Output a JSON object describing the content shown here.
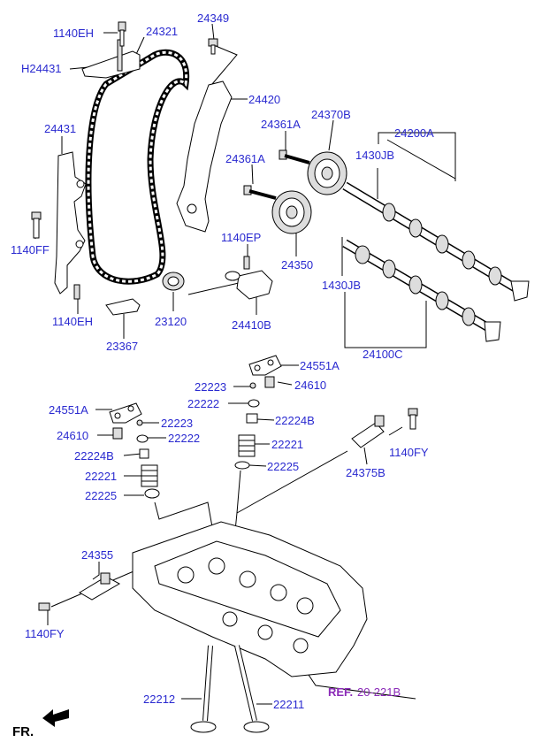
{
  "labels": {
    "p1140EH_top": "1140EH",
    "p24321": "24321",
    "p24349": "24349",
    "pH24431": "H24431",
    "p24420": "24420",
    "p24431": "24431",
    "p24361A_1": "24361A",
    "p24370B": "24370B",
    "p24200A": "24200A",
    "p24361A_2": "24361A",
    "p1430JB_1": "1430JB",
    "p1140FF": "1140FF",
    "p1140EP": "1140EP",
    "p24350": "24350",
    "p1430JB_2": "1430JB",
    "p1140EH_bot": "1140EH",
    "p23120": "23120",
    "p24410B": "24410B",
    "p23367": "23367",
    "p24100C": "24100C",
    "p24551A_1": "24551A",
    "p22223_1": "22223",
    "p24610_1": "24610",
    "p22222_1": "22222",
    "p24551A_2": "24551A",
    "p22224B_1": "22224B",
    "p22223_2": "22223",
    "p24610_2": "24610",
    "p22222_2": "22222",
    "p22221_1": "22221",
    "p1140FY_1": "1140FY",
    "p22224B_2": "22224B",
    "p22225_1": "22225",
    "p24375B": "24375B",
    "p22221_2": "22221",
    "p22225_2": "22225",
    "p24355": "24355",
    "p1140FY_2": "1140FY",
    "p22212": "22212",
    "p22211": "22211",
    "ref_prefix": "REF.",
    "ref_value": "20-221B",
    "fr": "FR."
  },
  "colors": {
    "label": "#2a2ad0",
    "ref": "#8b2bb8",
    "line": "#000000"
  }
}
